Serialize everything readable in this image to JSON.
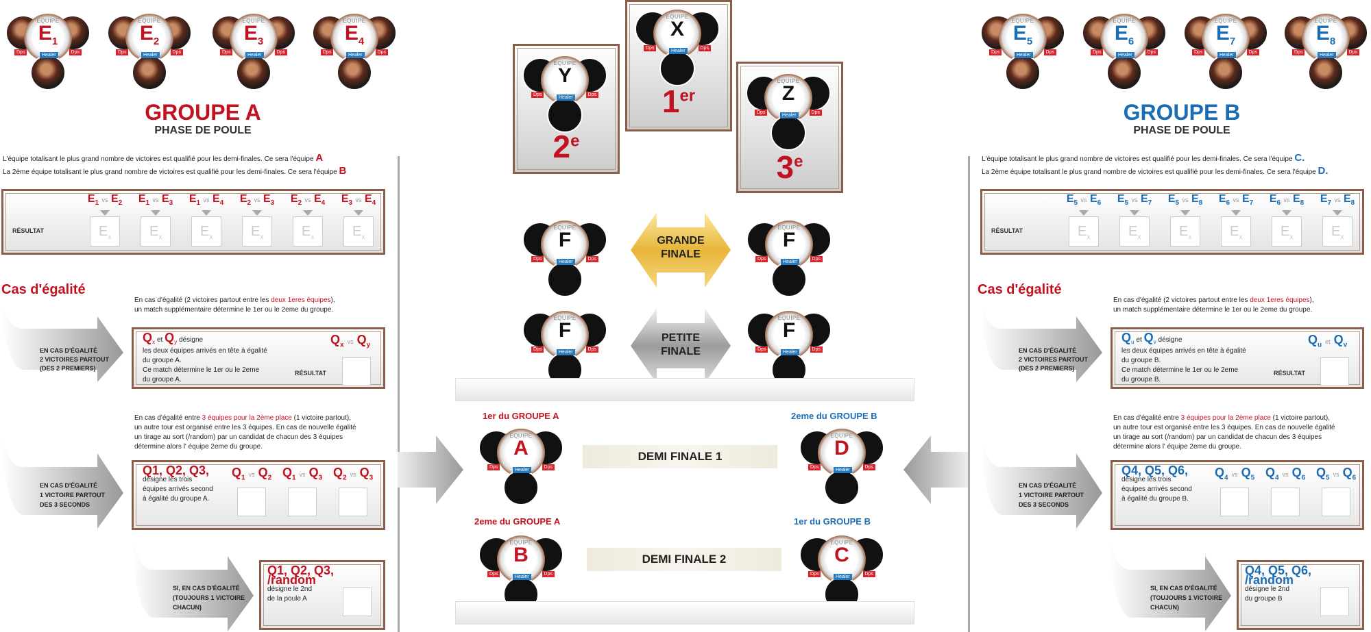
{
  "team_texts": {
    "equipe": "EQUIPE",
    "healer": "Healer",
    "dps": "Dps"
  },
  "group_a": {
    "teams": [
      {
        "letter": "E",
        "sub": "1"
      },
      {
        "letter": "E",
        "sub": "2"
      },
      {
        "letter": "E",
        "sub": "3"
      },
      {
        "letter": "E",
        "sub": "4"
      }
    ],
    "title": "GROUPE A",
    "subtitle": "PHASE DE POULE",
    "line1_text": "L'équipe totalisant le plus grand nombre de victoires est qualifié pour les demi-finales. Ce sera l'équipe",
    "line1_letter": "A",
    "line2_text": "La 2ème équipe totalisant le plus grand nombre de victoires est qualifié pour les demi-finales. Ce sera l'équipe",
    "line2_letter": "B",
    "matches": [
      {
        "a": "1",
        "b": "2"
      },
      {
        "a": "1",
        "b": "3"
      },
      {
        "a": "1",
        "b": "4"
      },
      {
        "a": "2",
        "b": "3"
      },
      {
        "a": "2",
        "b": "4"
      },
      {
        "a": "3",
        "b": "4"
      }
    ],
    "result_label": "RÉSULTAT",
    "res_placeholder": "E",
    "res_sub": "x",
    "vs": "vs",
    "cas_title": "Cas d'égalité",
    "tie1_desc_a": "En cas d'égalité (2 victoires partout entre les ",
    "tie1_desc_hl": "deux 1eres équipes",
    "tie1_desc_b": "),",
    "tie1_desc_line2": "un match supplémentaire détermine le 1er ou le 2eme du groupe.",
    "tie1_arrow": [
      "EN CAS D'ÉGALITÉ",
      "2 VICTOIRES PARTOUT",
      "(DES 2 PREMIERS)"
    ],
    "tie1_q1": "Q",
    "tie1_q1s": "x",
    "tie1_and": "et",
    "tie1_q2": "Q",
    "tie1_q2s": "y",
    "tie1_word": "désigne",
    "tie1_body": [
      "les deux équipes arrivés en tête à égalité",
      "du groupe A.",
      "Ce match détermine le 1er ou le 2eme",
      "du groupe A."
    ],
    "tie1_res": "RÉSULTAT",
    "tie2_desc_a": "En cas d'égalité entre ",
    "tie2_desc_hl": "3 équipes pour la 2ème place",
    "tie2_desc_b": " (1 victoire partout),",
    "tie2_desc_lines": [
      "un autre tour est organisé entre les 3 équipes. En cas de nouvelle égalité",
      "un tirage au sort (/random) par un candidat de chacun des 3 équipes",
      "détermine alors l' équipe 2eme du groupe."
    ],
    "tie2_arrow": [
      "EN CAS D'ÉGALITÉ",
      "1 VICTOIRE PARTOUT",
      "DES 3 SECONDS"
    ],
    "tie2_head": "Q1, Q2, Q3,",
    "tie2_body": [
      "désigne les trois",
      "équipes arrivés second",
      "à égalité du groupe A."
    ],
    "tie2_matches": [
      {
        "a": "1",
        "b": "2"
      },
      {
        "a": "1",
        "b": "3"
      },
      {
        "a": "2",
        "b": "3"
      }
    ],
    "tie3_arrow": [
      "SI, EN CAS D'ÉGALITÉ",
      "(TOUJOURS 1 VICTOIRE",
      "CHACUN)"
    ],
    "tie3_head": "Q1, Q2, Q3,",
    "tie3_random": "/random",
    "tie3_body": [
      "désigne le 2nd",
      "de la poule A"
    ]
  },
  "group_b": {
    "teams": [
      {
        "letter": "E",
        "sub": "5"
      },
      {
        "letter": "E",
        "sub": "6"
      },
      {
        "letter": "E",
        "sub": "7"
      },
      {
        "letter": "E",
        "sub": "8"
      }
    ],
    "title": "GROUPE B",
    "subtitle": "PHASE DE POULE",
    "line1_text": "L'équipe totalisant le plus grand nombre de victoires est qualifié pour les demi-finales. Ce sera l'équipe",
    "line1_letter": "C.",
    "line2_text": "La 2ème équipe totalisant le plus grand nombre de victoires est qualifié pour les demi-finales. Ce sera l'équipe",
    "line2_letter": "D.",
    "matches": [
      {
        "a": "5",
        "b": "6"
      },
      {
        "a": "5",
        "b": "7"
      },
      {
        "a": "5",
        "b": "8"
      },
      {
        "a": "6",
        "b": "7"
      },
      {
        "a": "6",
        "b": "8"
      },
      {
        "a": "7",
        "b": "8"
      }
    ],
    "result_label": "RÉSULTAT",
    "cas_title": "Cas d'égalité",
    "tie1_desc_line2": "un match supplémentaire détermine le 1er ou le 2eme du groupe.",
    "tie1_q1s": "u",
    "tie1_q2s": "v",
    "tie1_body": [
      "les deux équipes arrivés en tête à égalité",
      "du groupe B.",
      "Ce match détermine le 1er ou le 2eme",
      "du groupe B."
    ],
    "tie2_head": "Q4, Q5, Q6,",
    "tie2_body": [
      "désigne les trois",
      "équipes arrivés second",
      "à égalité du groupe B."
    ],
    "tie2_matches": [
      {
        "a": "4",
        "b": "5"
      },
      {
        "a": "4",
        "b": "6"
      },
      {
        "a": "5",
        "b": "6"
      }
    ],
    "tie3_head": "Q4, Q5, Q6,",
    "tie3_body": [
      "désigne le 2nd",
      "du groupe B"
    ]
  },
  "podium": {
    "first_team": "X",
    "second_team": "Y",
    "third_team": "Z",
    "first": "1",
    "first_sup": "er",
    "second": "2",
    "second_sup": "e",
    "third": "3",
    "third_sup": "e"
  },
  "finals": {
    "team": "F",
    "grande": [
      "GRANDE",
      "FINALE"
    ],
    "petite": [
      "PETITE",
      "FINALE"
    ]
  },
  "semis": {
    "a_label": "1er du GROUPE A",
    "d_label": "2eme du GROUPE B",
    "b_label": "2eme du GROUPE A",
    "c_label": "1er du GROUPE B",
    "semi1": "DEMI FINALE 1",
    "semi2": "DEMI FINALE 2",
    "a": "A",
    "b": "B",
    "c": "C",
    "d": "D"
  }
}
